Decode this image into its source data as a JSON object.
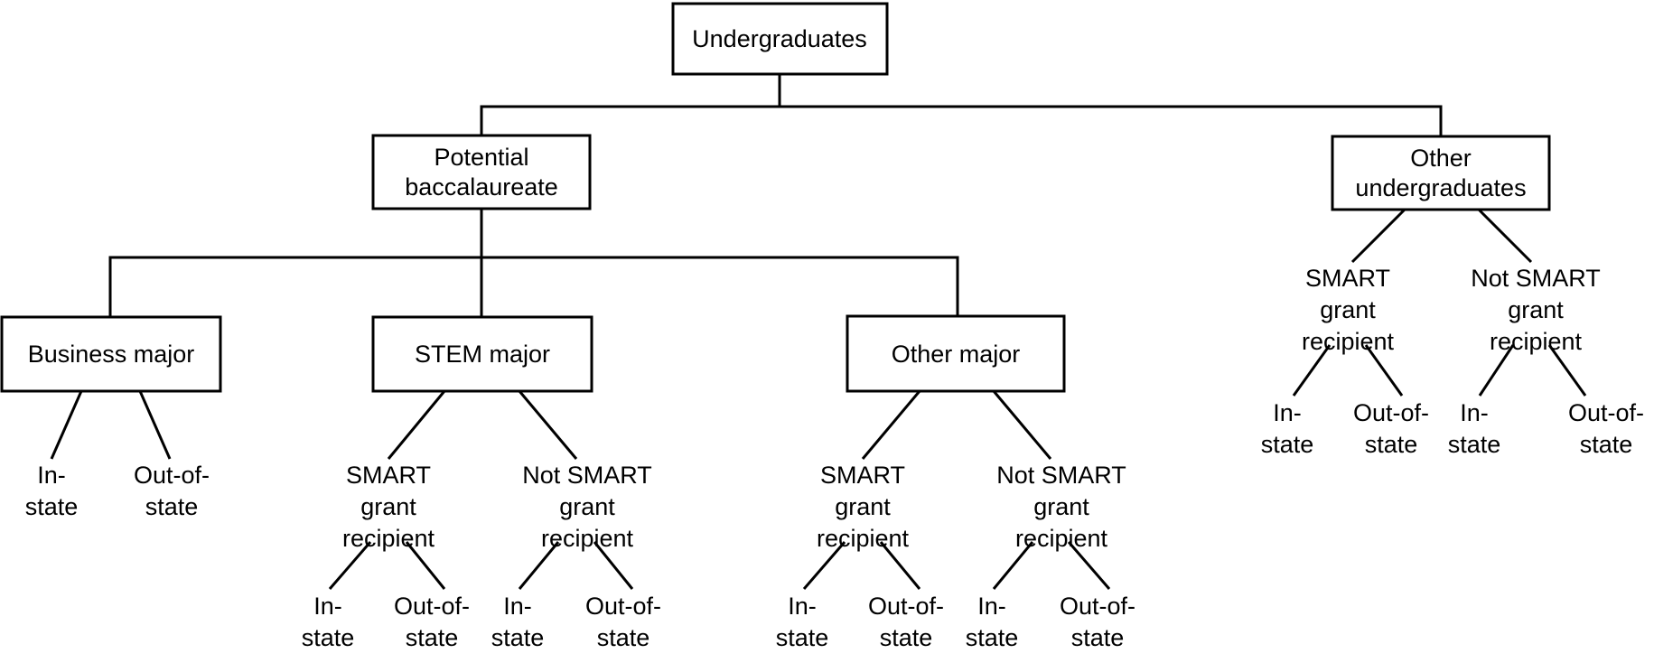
{
  "diagram": {
    "title": "Undergraduate classification tree",
    "background_color": "#ffffff",
    "line_color": "#000000",
    "text_color": "#000000",
    "nodes": {
      "root": "Undergraduates",
      "potential_baccalaureate_line1": "Potential",
      "potential_baccalaureate_line2": "baccalaureate",
      "other_undergraduates_line1": "Other",
      "other_undergraduates_line2": "undergraduates",
      "business_major": "Business major",
      "stem_major": "STEM major",
      "other_major": "Other major"
    },
    "grant_labels": {
      "smart_line1": "SMART",
      "smart_line2": "grant",
      "smart_line3": "recipient",
      "not_smart_line1": "Not SMART",
      "not_smart_line2": "grant",
      "not_smart_line3": "recipient"
    },
    "residency_labels": {
      "in_state_line1": "In-",
      "in_state_line2": "state",
      "out_of_state_line1": "Out-of-",
      "out_of_state_line2": "state"
    }
  }
}
